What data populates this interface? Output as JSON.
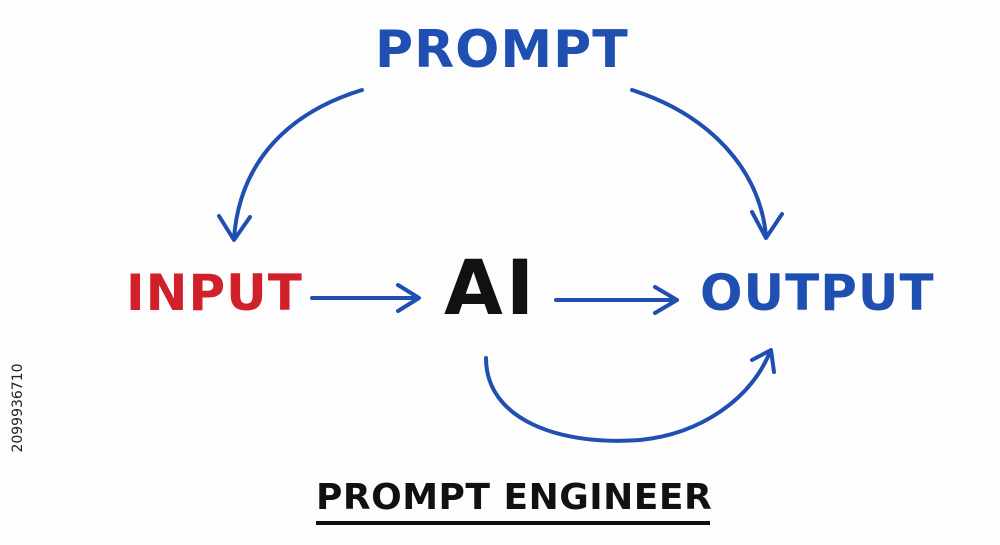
{
  "diagram": {
    "nodes": {
      "prompt": "PROMPT",
      "input": "INPUT",
      "ai": "AI",
      "output": "OUTPUT"
    },
    "edges": [
      {
        "from": "PROMPT",
        "to": "INPUT"
      },
      {
        "from": "PROMPT",
        "to": "OUTPUT"
      },
      {
        "from": "INPUT",
        "to": "AI"
      },
      {
        "from": "AI",
        "to": "OUTPUT"
      },
      {
        "from": "AI",
        "to": "OUTPUT",
        "style": "curved-below"
      }
    ],
    "caption": "PROMPT ENGINEER",
    "side_id": "2099936710"
  },
  "colors": {
    "prompt": "#1f4fb0",
    "input": "#d0202a",
    "ai": "#111111",
    "output": "#1f4fb0",
    "arrows": "#1f4fb0",
    "caption": "#111111"
  }
}
